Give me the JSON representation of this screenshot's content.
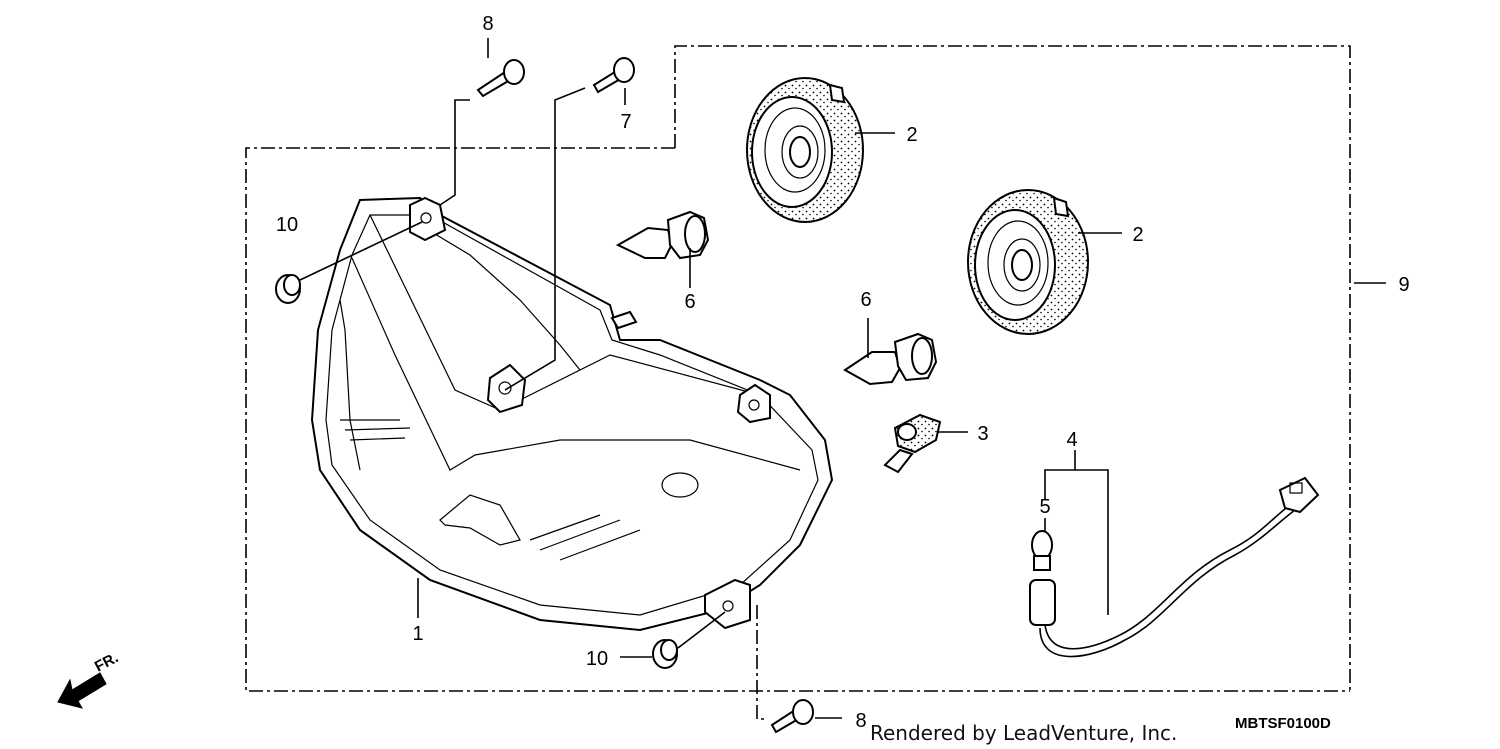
{
  "callouts": [
    {
      "id": "1",
      "text": "1"
    },
    {
      "id": "2a",
      "text": "2"
    },
    {
      "id": "2b",
      "text": "2"
    },
    {
      "id": "3",
      "text": "3"
    },
    {
      "id": "4",
      "text": "4"
    },
    {
      "id": "5",
      "text": "5"
    },
    {
      "id": "6a",
      "text": "6"
    },
    {
      "id": "6b",
      "text": "6"
    },
    {
      "id": "7",
      "text": "7"
    },
    {
      "id": "8a",
      "text": "8"
    },
    {
      "id": "8b",
      "text": "8"
    },
    {
      "id": "9",
      "text": "9"
    },
    {
      "id": "10a",
      "text": "10"
    },
    {
      "id": "10b",
      "text": "10"
    }
  ],
  "direction_label": "FR.",
  "diagram_code": "MBTSF0100D",
  "credit": "Rendered by LeadVenture, Inc."
}
